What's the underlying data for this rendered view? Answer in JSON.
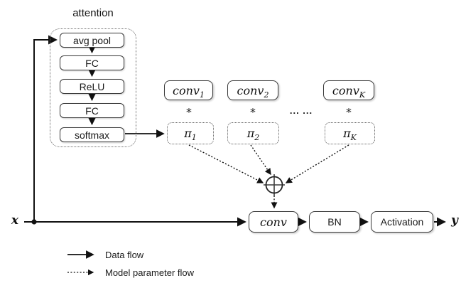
{
  "colors": {
    "background": "#ffffff",
    "ink": "#1a1a1a",
    "box_border": "#3a3a3a"
  },
  "attention": {
    "title": "attention",
    "layers": [
      {
        "label": "avg pool"
      },
      {
        "label": "FC"
      },
      {
        "label": "ReLU"
      },
      {
        "label": "FC"
      },
      {
        "label": "softmax"
      }
    ]
  },
  "kernels": {
    "ellipsis": "... ...",
    "items": [
      {
        "name": "conv",
        "sub": "1",
        "op": "∗",
        "pi": "π",
        "pi_sub": "1"
      },
      {
        "name": "conv",
        "sub": "2",
        "op": "∗",
        "pi": "π",
        "pi_sub": "2"
      },
      {
        "name": "conv",
        "sub": "K",
        "op": "∗",
        "pi": "π",
        "pi_sub": "K"
      }
    ]
  },
  "aggregator": {
    "symbol": "⊕"
  },
  "pipeline": {
    "conv_label": "conv",
    "bn_label": "BN",
    "activation_label": "Activation"
  },
  "io": {
    "input_label": "x",
    "output_label": "y"
  },
  "legend": {
    "data_flow_label": "Data flow",
    "param_flow_label": "Model parameter flow"
  }
}
